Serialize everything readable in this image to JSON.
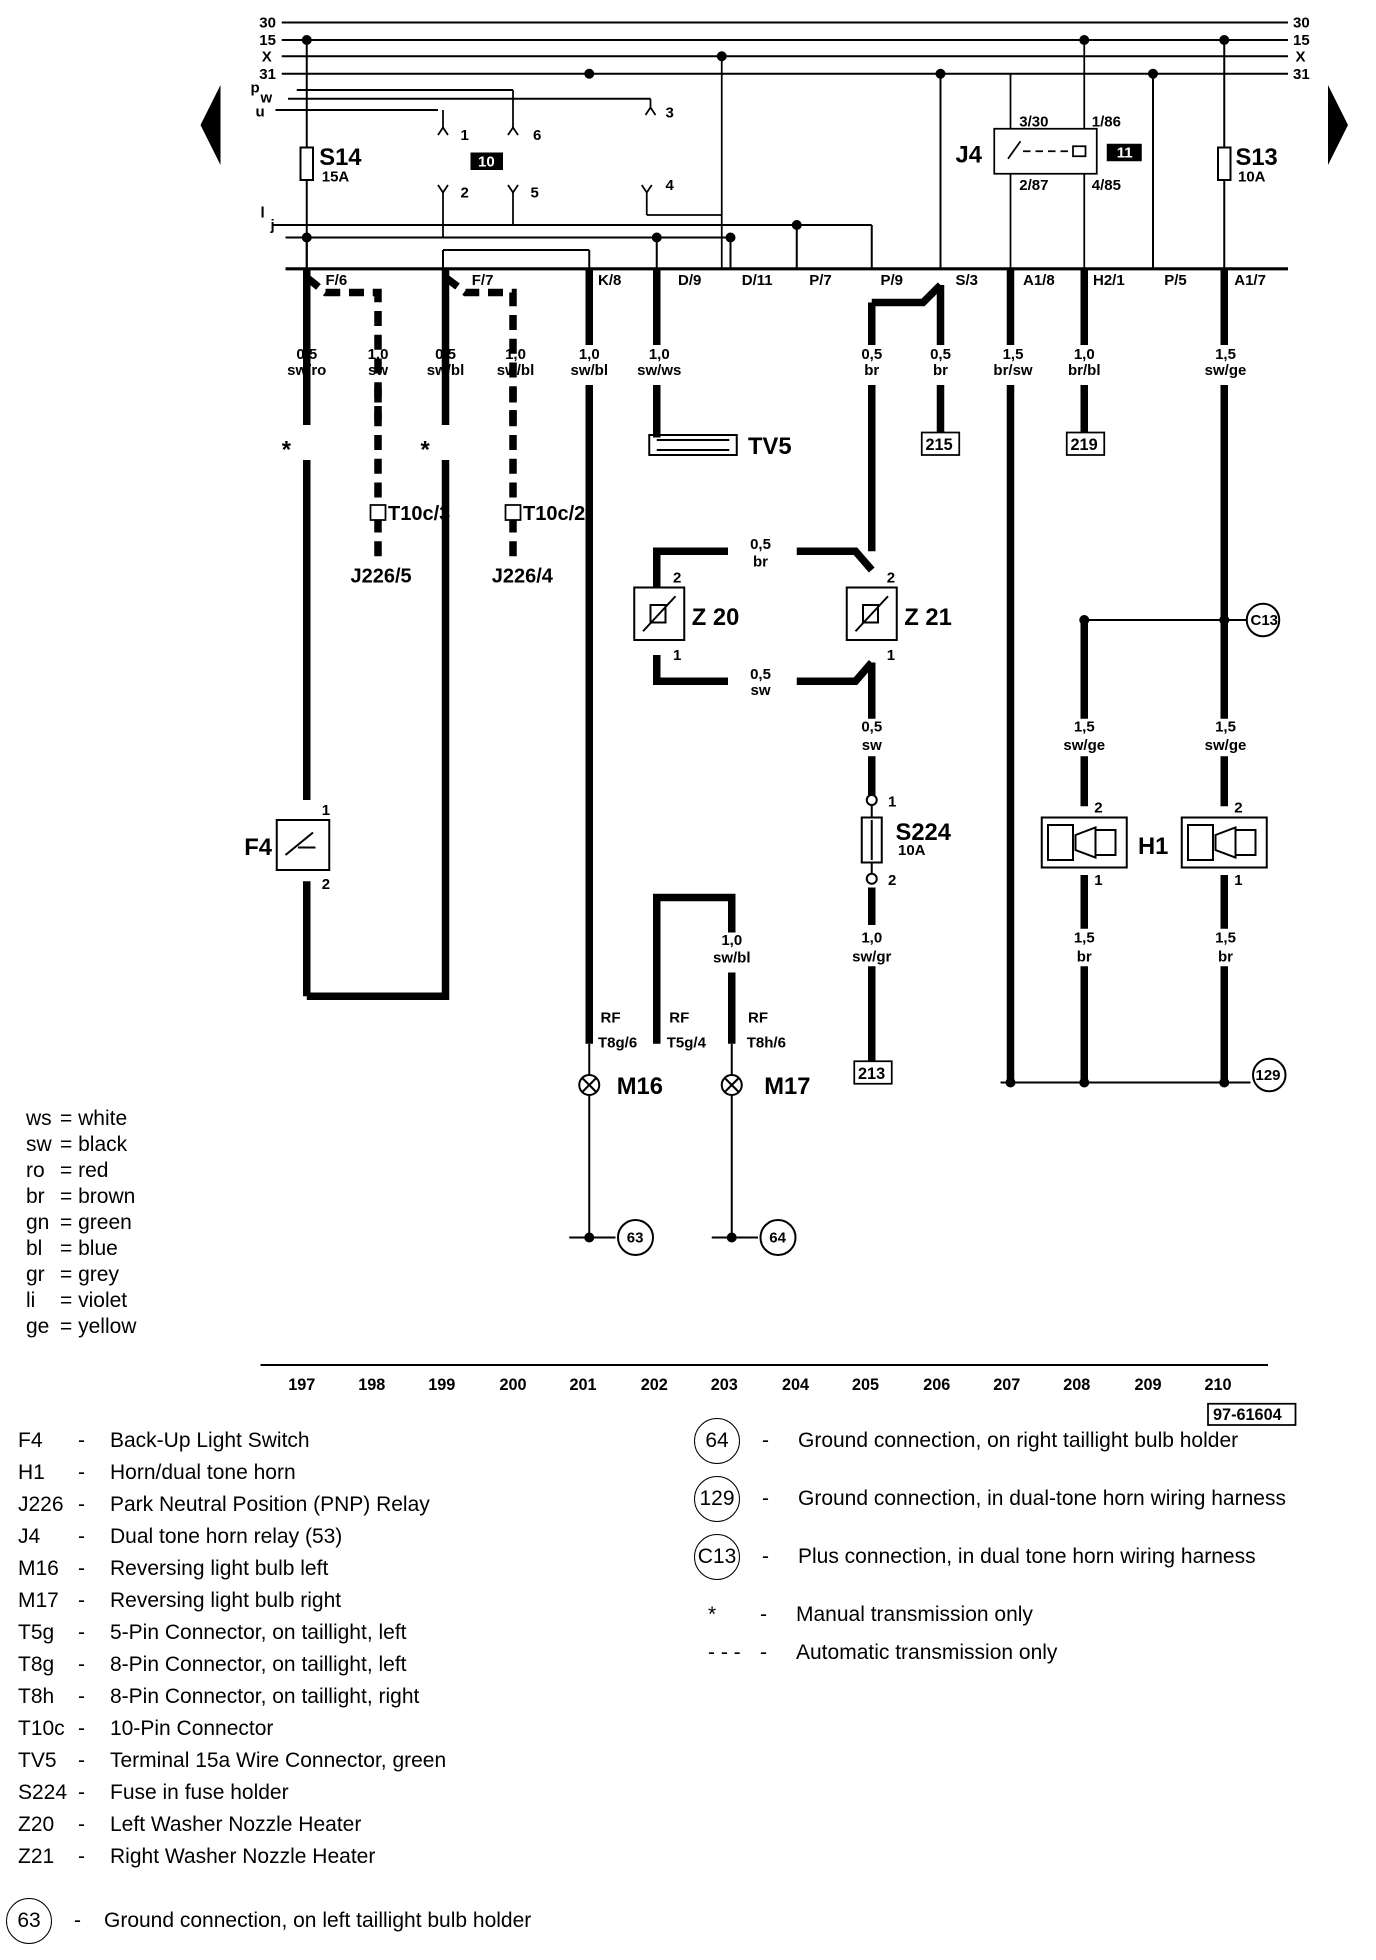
{
  "rails": {
    "left": [
      "30",
      "15",
      "X",
      "31",
      "p",
      "w",
      "u"
    ],
    "right": [
      "30",
      "15",
      "X",
      "31"
    ]
  },
  "components": {
    "s14": {
      "name": "S14",
      "rating": "15A"
    },
    "s13": {
      "name": "S13",
      "rating": "10A"
    },
    "j4": {
      "name": "J4",
      "pins": [
        "3/30",
        "1/86",
        "2/87",
        "4/85"
      ],
      "box": "11"
    },
    "ignition_box": "10",
    "switch_pins": [
      "1",
      "6",
      "3",
      "2",
      "5",
      "4"
    ],
    "tv5": "TV5",
    "z20": "Z 20",
    "z21": "Z 21",
    "f4": "F4",
    "s224": {
      "name": "S224",
      "rating": "10A"
    },
    "h1": "H1",
    "m16": "M16",
    "m17": "M17",
    "t10c3": "T10c/3",
    "t10c2": "T10c/2",
    "j226_5": "J226/5",
    "j226_4": "J226/4",
    "c13": "C13",
    "g129": "129",
    "g63": "63",
    "g64": "64"
  },
  "left_lines": [
    "l",
    "j"
  ],
  "connector_labels": [
    "F/6",
    "F/7",
    "K/8",
    "D/9",
    "D/11",
    "P/7",
    "P/9",
    "S/3",
    "A1/8",
    "H2/1",
    "P/5",
    "A1/7"
  ],
  "wires": [
    {
      "size": "0,5",
      "color": "sw/ro"
    },
    {
      "size": "1,0",
      "color": "sw"
    },
    {
      "size": "0,5",
      "color": "sw/bl"
    },
    {
      "size": "1,0",
      "color": "sw/bl"
    },
    {
      "size": "1,0",
      "color": "sw/bl"
    },
    {
      "size": "1,0",
      "color": "sw/ws"
    },
    {
      "size": "0,5",
      "color": "br"
    },
    {
      "size": "0,5",
      "color": "br"
    },
    {
      "size": "1,5",
      "color": "br/sw"
    },
    {
      "size": "1,0",
      "color": "br/bl"
    },
    {
      "size": "1,5",
      "color": "sw/ge"
    }
  ],
  "mid_wires": [
    {
      "size": "0,5",
      "color": "br"
    },
    {
      "size": "0,5",
      "color": "sw"
    },
    {
      "size": "0,5",
      "color": "sw"
    },
    {
      "size": "1,5",
      "color": "sw/ge"
    },
    {
      "size": "1,5",
      "color": "sw/ge"
    },
    {
      "size": "1,0",
      "color": "sw/bl"
    },
    {
      "size": "1,0",
      "color": "sw/gr"
    },
    {
      "size": "1,5",
      "color": "br"
    },
    {
      "size": "1,5",
      "color": "br"
    }
  ],
  "refs": [
    "215",
    "219",
    "213"
  ],
  "rf_labels": [
    {
      "rf": "RF",
      "conn": "T8g/6"
    },
    {
      "rf": "RF",
      "conn": "T5g/4"
    },
    {
      "rf": "RF",
      "conn": "T8h/6"
    }
  ],
  "asterisk": "*",
  "pin_numbers": [
    "1",
    "2"
  ],
  "columns": [
    "197",
    "198",
    "199",
    "200",
    "201",
    "202",
    "203",
    "204",
    "205",
    "206",
    "207",
    "208",
    "209",
    "210"
  ],
  "doc_id": "97-61604",
  "color_codes": [
    {
      "code": "ws",
      "name": "white"
    },
    {
      "code": "sw",
      "name": "black"
    },
    {
      "code": "ro",
      "name": "red"
    },
    {
      "code": "br",
      "name": "brown"
    },
    {
      "code": "gn",
      "name": "green"
    },
    {
      "code": "bl",
      "name": "blue"
    },
    {
      "code": "gr",
      "name": "grey"
    },
    {
      "code": "li",
      "name": "violet"
    },
    {
      "code": "ge",
      "name": "yellow"
    }
  ],
  "component_list": [
    {
      "code": "F4",
      "desc": "Back-Up Light Switch"
    },
    {
      "code": "H1",
      "desc": "Horn/dual tone horn"
    },
    {
      "code": "J226",
      "desc": "Park Neutral Position (PNP) Relay"
    },
    {
      "code": "J4",
      "desc": "Dual tone horn relay (53)"
    },
    {
      "code": "M16",
      "desc": "Reversing light bulb left"
    },
    {
      "code": "M17",
      "desc": "Reversing light bulb right"
    },
    {
      "code": "T5g",
      "desc": "5-Pin Connector, on taillight, left"
    },
    {
      "code": "T8g",
      "desc": "8-Pin Connector, on taillight, left"
    },
    {
      "code": "T8h",
      "desc": "8-Pin Connector, on taillight, right"
    },
    {
      "code": "T10c",
      "desc": "10-Pin Connector"
    },
    {
      "code": "TV5",
      "desc": "Terminal 15a Wire Connector, green"
    },
    {
      "code": "S224",
      "desc": "Fuse in fuse holder"
    },
    {
      "code": "Z20",
      "desc": "Left Washer Nozzle Heater"
    },
    {
      "code": "Z21",
      "desc": "Right Washer Nozzle Heater"
    }
  ],
  "ground_63": {
    "num": "63",
    "desc": "Ground connection, on left taillight bulb holder"
  },
  "right_legend": [
    {
      "num": "64",
      "desc": "Ground connection, on right taillight bulb holder"
    },
    {
      "num": "129",
      "desc": "Ground connection, in dual-tone horn wiring harness"
    },
    {
      "num": "C13",
      "desc": "Plus connection, in dual tone horn wiring harness"
    }
  ],
  "notes": [
    {
      "symbol": "*",
      "desc": "Manual transmission only"
    },
    {
      "symbol": "- - -",
      "desc": "Automatic transmission only"
    }
  ],
  "nav": {
    "prev": "◀",
    "next": "▶"
  }
}
